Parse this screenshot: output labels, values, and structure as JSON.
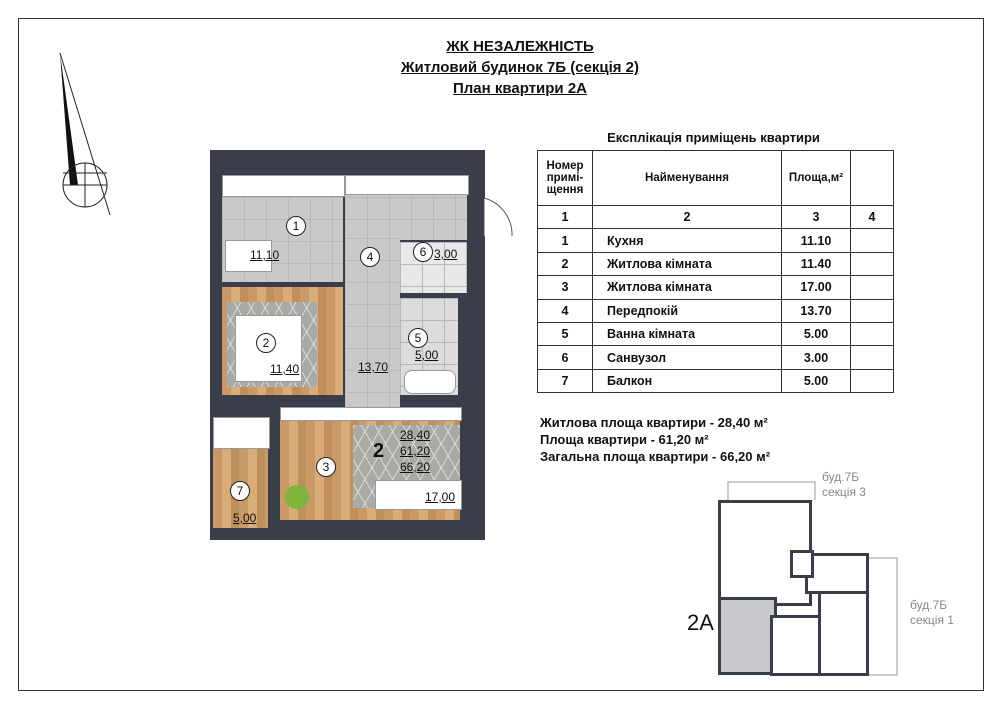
{
  "header": {
    "title_line1": "ЖК НЕЗАЛЕЖНІСТЬ",
    "title_line2": "Житловий будинок 7Б (секція 2)",
    "title_line3": "План квартири 2А"
  },
  "explication": {
    "caption": "Експлікація приміщень квартири",
    "headers": [
      "Номер примі-щення",
      "Найменування",
      "Площа,м²",
      ""
    ],
    "column_numbers": [
      "1",
      "2",
      "3",
      "4"
    ],
    "rows": [
      {
        "num": "1",
        "name": "Кухня",
        "area": "11.10"
      },
      {
        "num": "2",
        "name": "Житлова кімната",
        "area": "11.40"
      },
      {
        "num": "3",
        "name": "Житлова кімната",
        "area": "17.00"
      },
      {
        "num": "4",
        "name": "Передпокій",
        "area": "13.70"
      },
      {
        "num": "5",
        "name": "Ванна кімната",
        "area": "5.00"
      },
      {
        "num": "6",
        "name": "Санвузол",
        "area": "3.00"
      },
      {
        "num": "7",
        "name": "Балкон",
        "area": "5.00"
      }
    ]
  },
  "summary": {
    "living_area": "Житлова площа квартири - 28,40 м²",
    "apartment_area": "Площа квартири - 61,20 м²",
    "total_area": "Загальна площа квартири - 66,20 м²"
  },
  "plan": {
    "rooms": [
      {
        "num": "1",
        "area": "11,10"
      },
      {
        "num": "2",
        "area": "11,40"
      },
      {
        "num": "3",
        "area": "17,00"
      },
      {
        "num": "4",
        "area": "13,70"
      },
      {
        "num": "5",
        "area": "5,00"
      },
      {
        "num": "6",
        "area": "3,00"
      },
      {
        "num": "7",
        "area": "5,00"
      }
    ],
    "rooms_count": "2",
    "living": "28,40",
    "apartment": "61,20",
    "total": "66,20"
  },
  "key_plan": {
    "apartment_label": "2А",
    "section3_line1": "буд.7Б",
    "section3_line2": "секція 3",
    "section1_line1": "буд.7Б",
    "section1_line2": "секція 1"
  },
  "colors": {
    "wall": "#3a3d4a",
    "tile": "#c9c9c9",
    "wood": "#c99a66",
    "highlight": "#c8c9cc"
  }
}
